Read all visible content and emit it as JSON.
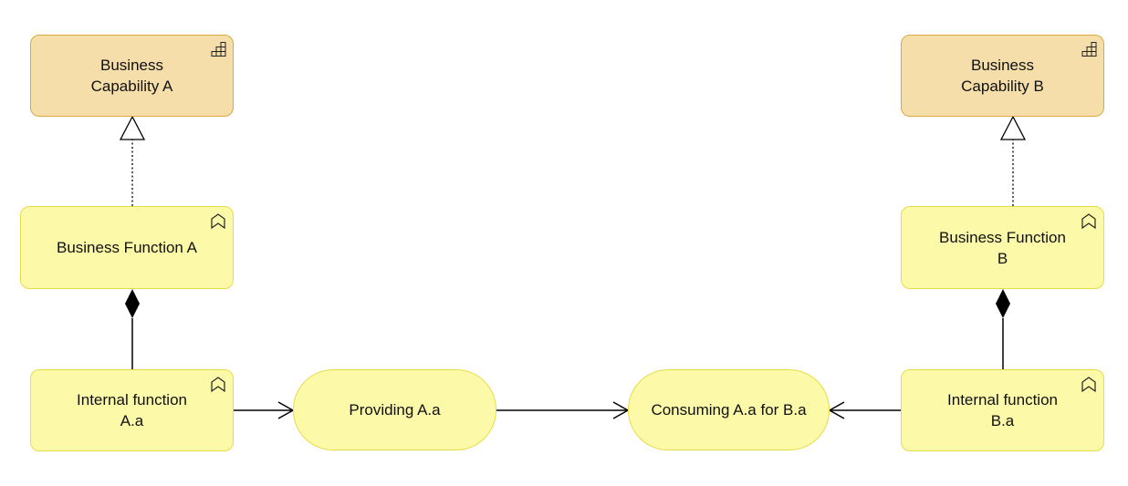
{
  "nodes": {
    "capability_a": {
      "label": "Business\nCapability A",
      "icon": "capability-icon"
    },
    "capability_b": {
      "label": "Business\nCapability B",
      "icon": "capability-icon"
    },
    "function_a": {
      "label": "Business Function A",
      "icon": "function-icon"
    },
    "function_b": {
      "label": "Business Function\nB",
      "icon": "function-icon"
    },
    "internal_a": {
      "label": "Internal function\nA.a",
      "icon": "function-icon"
    },
    "internal_b": {
      "label": "Internal function\nB.a",
      "icon": "function-icon"
    },
    "providing": {
      "label": "Providing A.a"
    },
    "consuming": {
      "label": "Consuming A.a for B.a"
    }
  },
  "relations": [
    {
      "type": "realization",
      "from": "function_a",
      "to": "capability_a"
    },
    {
      "type": "realization",
      "from": "function_b",
      "to": "capability_b"
    },
    {
      "type": "composition",
      "from": "function_a",
      "to": "internal_a"
    },
    {
      "type": "composition",
      "from": "function_b",
      "to": "internal_b"
    },
    {
      "type": "flow-arrow",
      "from": "internal_a",
      "to": "providing"
    },
    {
      "type": "flow-arrow",
      "from": "providing",
      "to": "consuming"
    },
    {
      "type": "flow-arrow",
      "from": "internal_b",
      "to": "consuming"
    }
  ],
  "colors": {
    "capability_fill": "#f5deaa",
    "capability_border": "#d9a93f",
    "function_fill": "#fcf9a8",
    "function_border": "#e8dc46",
    "line": "#000000"
  }
}
